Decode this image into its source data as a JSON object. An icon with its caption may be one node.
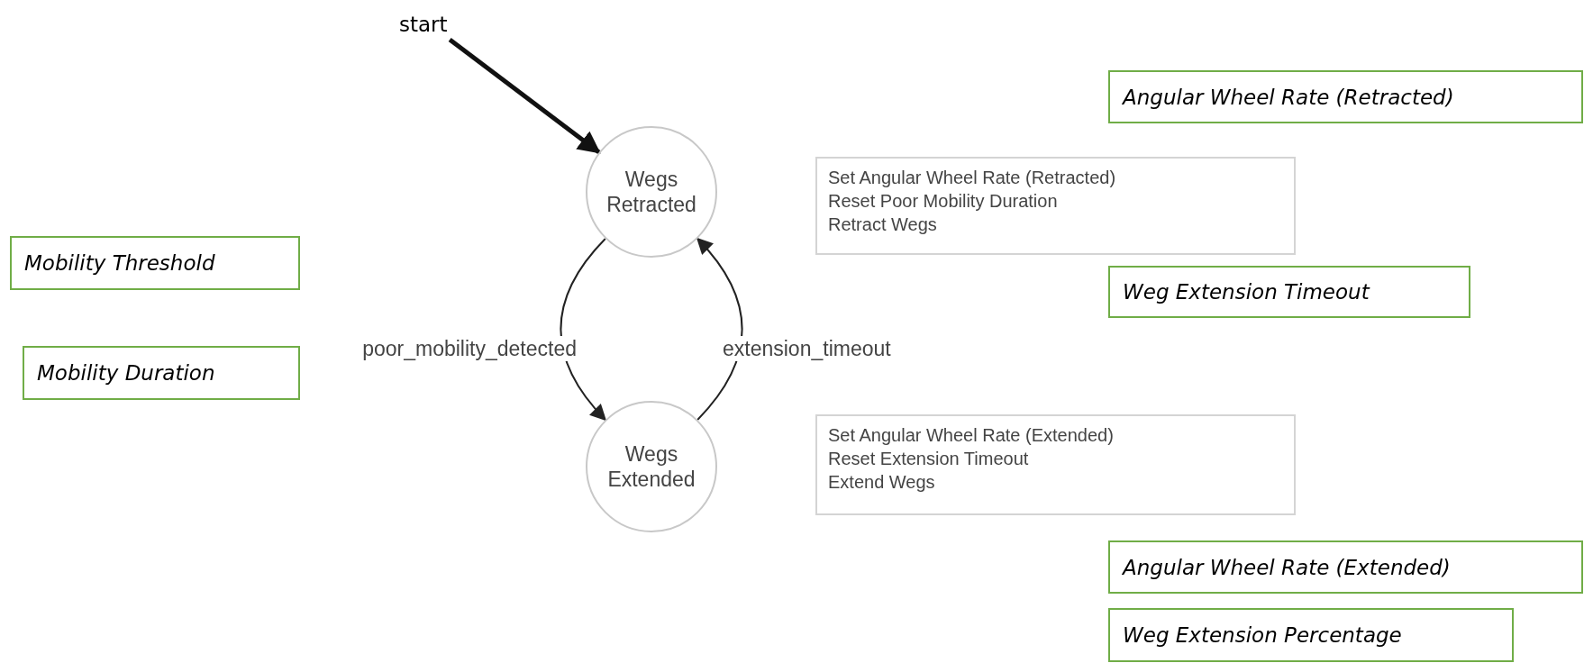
{
  "diagram": {
    "nodes": [
      {
        "text": [
          "start"
        ]
      },
      {
        "text": [
          "Angular Wheel Rate (Retracted)"
        ]
      },
      {
        "text": [
          "Wegs Retracted"
        ]
      },
      {
        "text": [
          "Set Angular Wheel Rate (Retracted)",
          "Reset Poor Mobility Duration",
          "Retract Wegs"
        ]
      },
      {
        "text": [
          "Mobility Threshold"
        ]
      },
      {
        "text": [
          "Weg Extension Timeout"
        ]
      },
      {
        "text": [
          "Mobility Duration"
        ]
      },
      {
        "text": [
          "Wegs Extended"
        ]
      },
      {
        "text": [
          "Set Angular Wheel Rate (Extended)",
          "Reset Extension Timeout",
          "Extend Wegs"
        ]
      },
      {
        "text": [
          "Angular Wheel Rate (Extended)"
        ]
      },
      {
        "text": [
          "Weg Extension Percentage"
        ]
      }
    ],
    "edges": [
      {
        "from": 0,
        "to": 2,
        "arrow": "to",
        "style": "thick"
      },
      {
        "from": 2,
        "to": 7,
        "arrow": "to",
        "label": "poor_mobility_detected"
      },
      {
        "from": 7,
        "to": 2,
        "arrow": "to",
        "label": "extension_timeout"
      }
    ]
  }
}
